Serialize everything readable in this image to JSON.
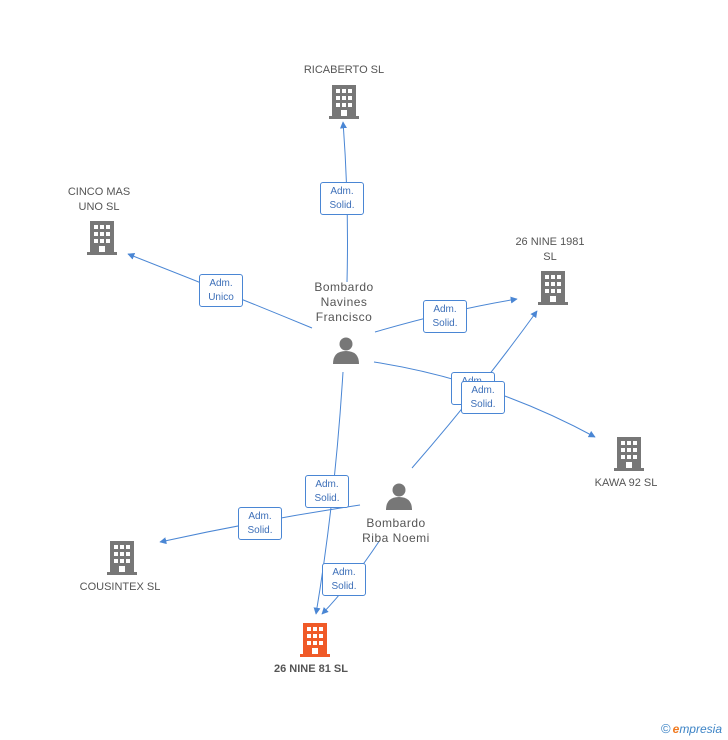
{
  "colors": {
    "edge": "#4a86d4",
    "company": "#777777",
    "highlight": "#f05a28",
    "person": "#777777"
  },
  "companies": [
    {
      "id": "ricaberto",
      "name": "RICABERTO SL"
    },
    {
      "id": "cinco",
      "name": "CINCO MAS\nUNO SL"
    },
    {
      "id": "nine1981",
      "name": "26 NINE 1981\nSL"
    },
    {
      "id": "kawa",
      "name": "KAWA 92 SL"
    },
    {
      "id": "cousintex",
      "name": "COUSINTEX  SL"
    },
    {
      "id": "nine81",
      "name": "26 NINE 81 SL",
      "highlight": true
    }
  ],
  "persons": [
    {
      "id": "bombardo_navines",
      "name": "Bombardo\nNavines\nFrancisco"
    },
    {
      "id": "bombardo_riba",
      "name": "Bombardo\nRiba Noemi"
    }
  ],
  "edge_labels": [
    {
      "id": "to-ricaberto",
      "line1": "Adm.",
      "line2": "Solid."
    },
    {
      "id": "to-cinco",
      "line1": "Adm.",
      "line2": "Unico"
    },
    {
      "id": "to-nine1981",
      "line1": "Adm.",
      "line2": "Solid."
    },
    {
      "id": "to-kawa-back",
      "line1": "Adm.",
      "line2": "Solid."
    },
    {
      "id": "to-kawa",
      "line1": "Adm.",
      "line2": "Solid."
    },
    {
      "id": "to-nine81-a",
      "line1": "Adm.",
      "line2": "Solid."
    },
    {
      "id": "to-cousintex",
      "line1": "Adm.",
      "line2": "Solid."
    },
    {
      "id": "to-nine81-b",
      "line1": "Adm.",
      "line2": "Solid."
    }
  ],
  "brand": {
    "copyright": "©",
    "e": "e",
    "rest": "mpresia"
  }
}
